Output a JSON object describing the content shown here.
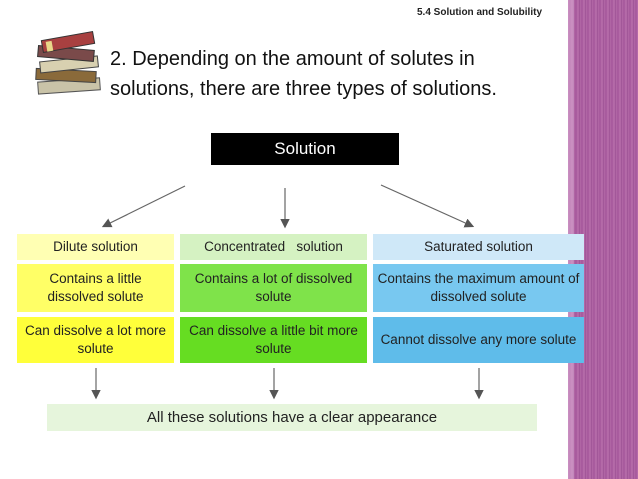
{
  "header": {
    "section_title": "5.4 Solution and Solubility"
  },
  "heading": {
    "line1": "2. Depending on the amount of solutes in",
    "line2": "solutions, there are three types of solutions."
  },
  "root": {
    "label": "Solution"
  },
  "columns": [
    {
      "type": "Dilute solution",
      "amount": "Contains a little dissolved solute",
      "ability": "Can dissolve a lot more solute"
    },
    {
      "type": "Concentrated   solution",
      "amount": "Contains a lot of dissolved solute",
      "ability": "Can dissolve a little bit more solute"
    },
    {
      "type": "Saturated solution",
      "amount": "Contains the maximum amount of   dissolved solute",
      "ability": "Cannot dissolve any more solute"
    }
  ],
  "conclusion": {
    "text": "All these solutions have a clear appearance"
  },
  "colors": {
    "sidebar": "#a4569a",
    "dilute": [
      "#ffffb3",
      "#ffff66",
      "#ffff3a"
    ],
    "concentrated": [
      "#d5f2c2",
      "#7fe34a",
      "#66dd22"
    ],
    "saturated": [
      "#cfe8f8",
      "#78c8f0",
      "#5fbcea"
    ]
  },
  "icons": {
    "decoration": "books-icon"
  }
}
